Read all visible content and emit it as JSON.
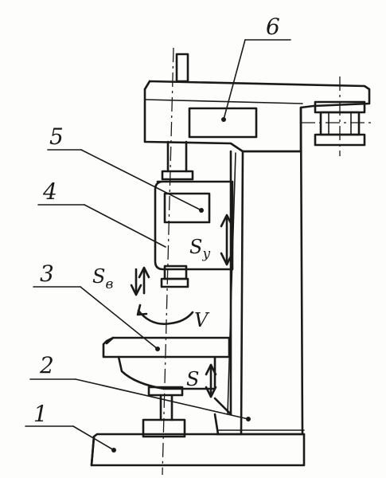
{
  "labels": {
    "base": "1",
    "column_guide": "2",
    "table": "3",
    "spindle_head": "4",
    "motor": "5",
    "top_housing": "6"
  },
  "symbols": {
    "spindle_feed": {
      "main": "S",
      "sub": "в"
    },
    "vertical_feed": {
      "main": "S",
      "sub": "y"
    },
    "table_feed": {
      "main": "S"
    },
    "rotation": "V"
  }
}
